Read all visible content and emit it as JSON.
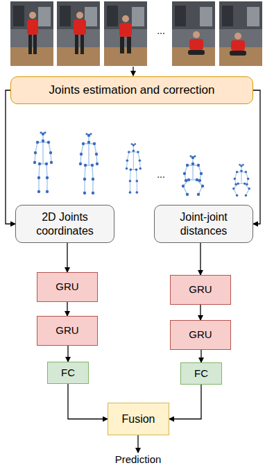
{
  "diagram": {
    "nodes": [
      {
        "text": [
          "Joints estimation and correction"
        ]
      },
      {
        "text": [
          "2D Joints coordinates"
        ]
      },
      {
        "text": [
          "Joint-joint distances"
        ]
      },
      {
        "text": [
          "GRU"
        ]
      },
      {
        "text": [
          "GRU"
        ]
      },
      {
        "text": [
          "GRU"
        ]
      },
      {
        "text": [
          "GRU"
        ]
      },
      {
        "text": [
          "FC"
        ]
      },
      {
        "text": [
          "FC"
        ]
      },
      {
        "text": [
          "Fusion"
        ]
      }
    ],
    "edges": [
      {
        "from": 0,
        "to": 1,
        "arrow": "to"
      },
      {
        "from": 0,
        "to": 2,
        "arrow": "to"
      },
      {
        "from": 1,
        "to": 3,
        "arrow": "to"
      },
      {
        "from": 3,
        "to": 5,
        "arrow": "to"
      },
      {
        "from": 5,
        "to": 7,
        "arrow": "to"
      },
      {
        "from": 7,
        "to": 9,
        "arrow": "to"
      },
      {
        "from": 2,
        "to": 4,
        "arrow": "to"
      },
      {
        "from": 4,
        "to": 6,
        "arrow": "to"
      },
      {
        "from": 6,
        "to": 8,
        "arrow": "to"
      },
      {
        "from": 8,
        "to": 9,
        "arrow": "to"
      }
    ],
    "labels": [
      "...",
      "...",
      "Prediction"
    ]
  }
}
